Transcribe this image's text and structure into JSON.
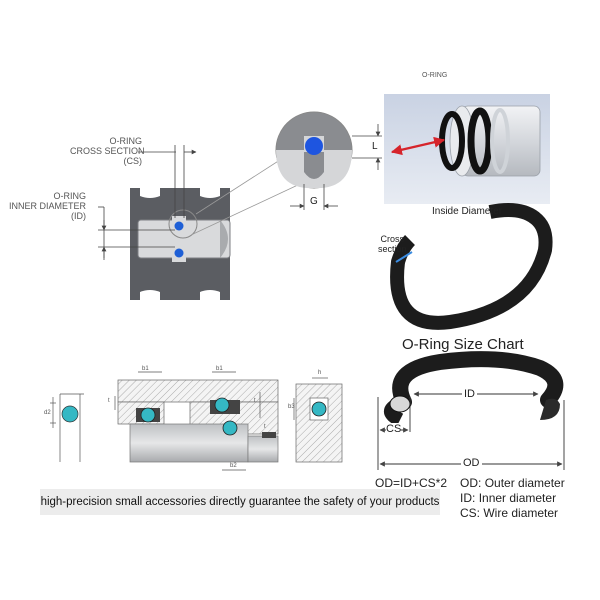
{
  "labels": {
    "oring_cs_line1": "O-RING",
    "oring_cs_line2": "CROSS SECTION",
    "oring_cs_line3": "(CS)",
    "oring_id_line1": "O-RING",
    "oring_id_line2": "INNER DIAMETER",
    "oring_id_line3": "(ID)",
    "photo_title": "O-RING",
    "dim_l": "L",
    "dim_g": "G",
    "inside_diameter": "Inside Diameter",
    "cross_section_line1": "Cross",
    "cross_section_line2": "section",
    "size_chart_title": "O-Ring Size Chart",
    "chart_id": "ID",
    "chart_cs": "CS",
    "chart_od": "OD",
    "tech_b1a": "b1",
    "tech_b1b": "b1",
    "tech_b2": "b2",
    "tech_b3": "b3",
    "tech_d2": "d2",
    "tech_h": "h",
    "tech_t1": "t",
    "tech_t2": "t",
    "tech_t3": "t"
  },
  "banner": "high-precision small accessories directly guarantee the safety of your products",
  "formula": "OD=ID+CS*2",
  "legend": [
    {
      "abbr": "OD:",
      "desc": "Outer diameter"
    },
    {
      "abbr": "ID:",
      "desc": "Inner diameter"
    },
    {
      "abbr": "CS:",
      "desc": "Wire diameter"
    }
  ],
  "colors": {
    "seal": "#1e6ad8",
    "tech_seal": "#35b8c4",
    "arrow": "#d6242b",
    "ring": "#2b2b2b",
    "housing": "#5b5d62"
  }
}
